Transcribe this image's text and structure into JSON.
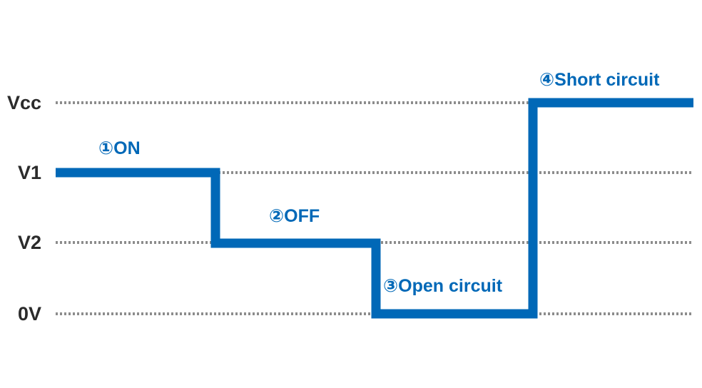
{
  "colors": {
    "signal": "#0068b7",
    "reference_line": "#8c8c8c",
    "level_text": "#2b2b2b"
  },
  "levels": [
    {
      "id": "vcc",
      "label": "Vcc"
    },
    {
      "id": "v1",
      "label": "V1"
    },
    {
      "id": "v2",
      "label": "V2"
    },
    {
      "id": "zero",
      "label": "0V"
    }
  ],
  "states": [
    {
      "id": "on",
      "label": "①ON",
      "level": "v1"
    },
    {
      "id": "off",
      "label": "②OFF",
      "level": "v2"
    },
    {
      "id": "open",
      "label": "③Open circuit",
      "level": "zero"
    },
    {
      "id": "short",
      "label": "④Short circuit",
      "level": "vcc"
    }
  ]
}
